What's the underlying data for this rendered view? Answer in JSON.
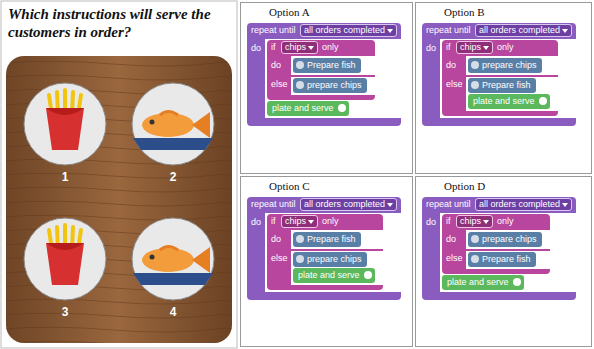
{
  "diagram": {
    "title": "Which instructions will serve the customers in order?",
    "nodes": [
      {
        "text": [
          "Option A"
        ]
      },
      {
        "text": [
          "repeat until",
          "do"
        ],
        "in": 0
      },
      {
        "text": [
          "all orders completed"
        ],
        "in": 1
      },
      {
        "text": [
          "if",
          "only",
          "do",
          "else"
        ],
        "in": 1
      },
      {
        "text": [
          "chips"
        ],
        "in": 3
      },
      {
        "text": [
          "Prepare fish"
        ],
        "in": 3
      },
      {
        "text": [
          "prepare chips"
        ],
        "in": 3
      },
      {
        "text": [
          "plate and serve"
        ],
        "in": 1
      },
      {
        "text": [
          "Option B"
        ]
      },
      {
        "text": [
          "repeat until",
          "do"
        ],
        "in": 8
      },
      {
        "text": [
          "all orders completed"
        ],
        "in": 9
      },
      {
        "text": [
          "if",
          "only",
          "do",
          "else"
        ],
        "in": 9
      },
      {
        "text": [
          "chips"
        ],
        "in": 11
      },
      {
        "text": [
          "prepare chips"
        ],
        "in": 11
      },
      {
        "text": [
          "Prepare fish"
        ],
        "in": 11
      },
      {
        "text": [
          "plate and serve"
        ],
        "in": 11
      },
      {
        "text": [
          "Option C"
        ]
      },
      {
        "text": [
          "repeat until",
          "do"
        ],
        "in": 16
      },
      {
        "text": [
          "all orders completed"
        ],
        "in": 17
      },
      {
        "text": [
          "if",
          "only",
          "do",
          "else"
        ],
        "in": 17
      },
      {
        "text": [
          "chips"
        ],
        "in": 19
      },
      {
        "text": [
          "Prepare fish"
        ],
        "in": 19
      },
      {
        "text": [
          "prepare chips"
        ],
        "in": 19
      },
      {
        "text": [
          "plate and serve"
        ],
        "in": 19
      },
      {
        "text": [
          "Option D"
        ]
      },
      {
        "text": [
          "repeat until",
          "do"
        ],
        "in": 24
      },
      {
        "text": [
          "all orders completed"
        ],
        "in": 25
      },
      {
        "text": [
          "if",
          "only",
          "do",
          "else"
        ],
        "in": 25
      },
      {
        "text": [
          "chips"
        ],
        "in": 27
      },
      {
        "text": [
          "prepare chips"
        ],
        "in": 27
      },
      {
        "text": [
          "Prepare fish"
        ],
        "in": 27
      },
      {
        "text": [
          "plate and serve"
        ],
        "in": 25
      }
    ],
    "labels": [
      "1",
      "2",
      "3",
      "4"
    ]
  }
}
